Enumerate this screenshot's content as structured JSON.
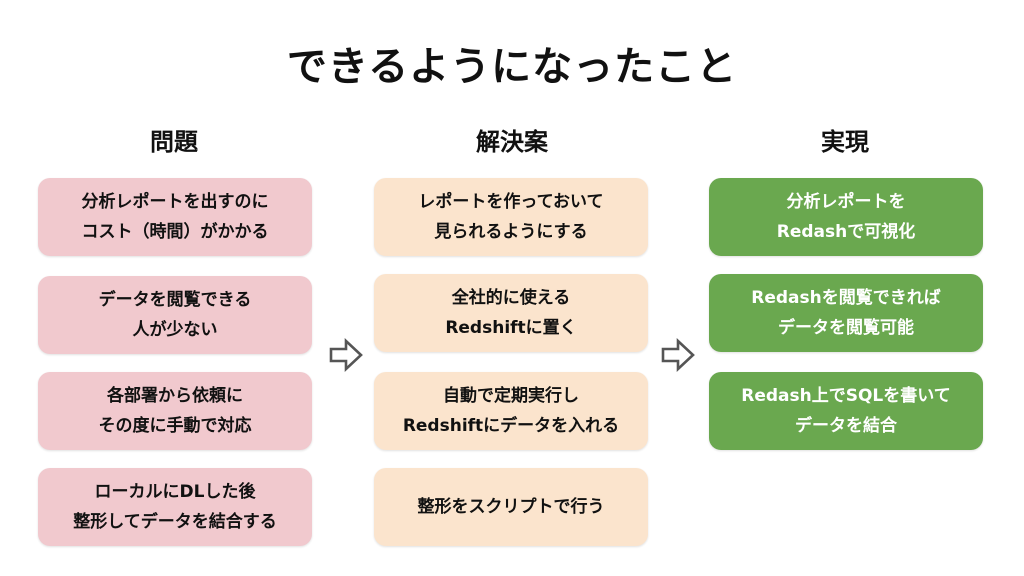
{
  "title": "できるようになったこと",
  "columns": {
    "problem": {
      "heading": "問題",
      "items": [
        {
          "line1": "分析レポートを出すのに",
          "line2": "コスト（時間）がかかる"
        },
        {
          "line1": "データを閲覧できる",
          "line2": "人が少ない"
        },
        {
          "line1": "各部署から依頼に",
          "line2": "その度に手動で対応"
        },
        {
          "line1": "ローカルにDLした後",
          "line2": "整形してデータを結合する"
        }
      ]
    },
    "solution": {
      "heading": "解決案",
      "items": [
        {
          "line1": "レポートを作っておいて",
          "line2": "見られるようにする"
        },
        {
          "line1": "全社的に使える",
          "line2": "Redshiftに置く"
        },
        {
          "line1": "自動で定期実行し",
          "line2": "Redshiftにデータを入れる"
        },
        {
          "line1": "整形をスクリプトで行う",
          "line2": ""
        }
      ]
    },
    "result": {
      "heading": "実現",
      "items": [
        {
          "line1": "分析レポートを",
          "line2": "Redashで可視化"
        },
        {
          "line1": "Redashを閲覧できれば",
          "line2": "データを閲覧可能"
        },
        {
          "line1": "Redash上でSQLを書いて",
          "line2": "データを結合"
        }
      ]
    }
  },
  "colors": {
    "problem_bg": "#f1c9ce",
    "solution_bg": "#fbe4cd",
    "result_bg": "#6aa84f",
    "arrow_stroke": "#555555"
  },
  "icons": {
    "arrow": "outline-right-arrow-icon"
  }
}
